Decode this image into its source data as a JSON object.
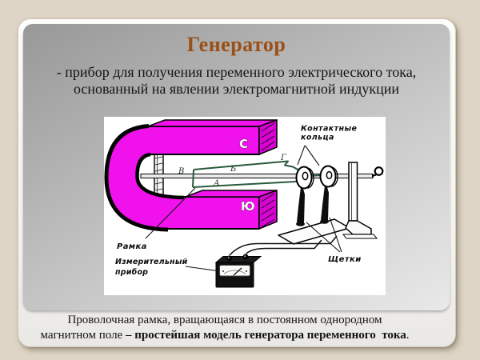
{
  "slide": {
    "title": "Генератор",
    "subtitle": {
      "line1": "- прибор для получения переменного электрического тока,",
      "line2": "основанный на явлении электромагнитной индукции"
    },
    "caption": {
      "line1": "Проволочная рамка, вращающаяся в постоянном однородном",
      "line2_normal": "магнитном поле ",
      "line2_bold": "– простейшая модель генератора переменного  тока",
      "line2_end": "."
    }
  },
  "diagram": {
    "labels": {
      "contact_rings_line1": "Контактные",
      "contact_rings_line2": "кольца",
      "brushes": "Щетки",
      "frame": "Рамка",
      "meter_line1": "Измерительный",
      "meter_line2": "прибор"
    },
    "frame_letters": {
      "v": "В",
      "b": "Б",
      "a": "А",
      "g": "Г"
    },
    "magnet_poles": {
      "north": "С",
      "south": "Ю"
    }
  },
  "theme": {
    "title_color": "#9a4f16",
    "page_background": "#ded5c6",
    "magnet_color": "#f011ec",
    "magnet_shade_color": "#d803d4",
    "frame_wire_color": "#2a5a3c"
  }
}
